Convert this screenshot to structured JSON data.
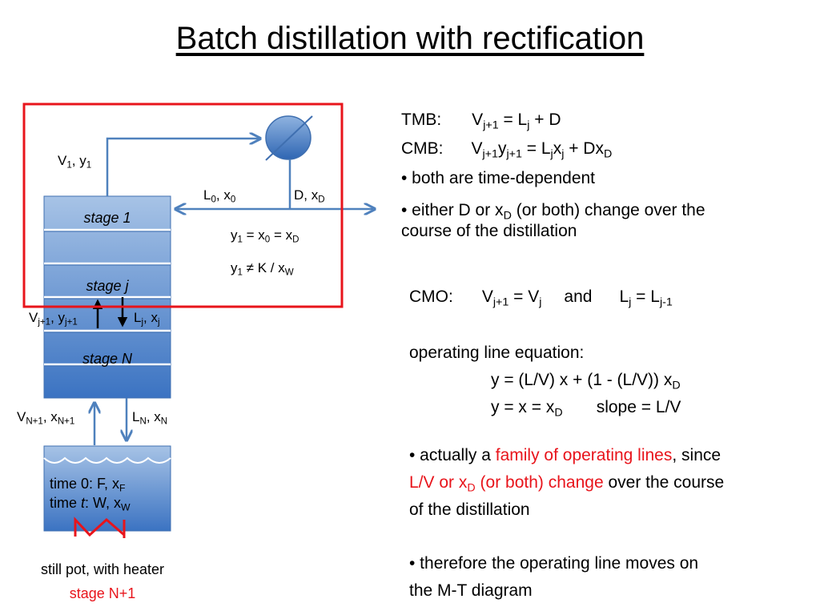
{
  "title": "Batch distillation with rectification",
  "diagram": {
    "stages": [
      "stage 1",
      "stage j",
      "stage N"
    ],
    "top_stream": {
      "main": "V",
      "sub1": "1",
      "sep": ", y",
      "sub2": "1"
    },
    "reflux": {
      "main": "L",
      "sub1": "0",
      "sep": ", x",
      "sub2": "0"
    },
    "distillate": {
      "main": "D, x",
      "sub": "D"
    },
    "eq1": {
      "a": "y",
      "a_sub": "1",
      "b": " = x",
      "b_sub": "0",
      "c": " = x",
      "c_sub": "D"
    },
    "eq2": {
      "a": "y",
      "a_sub": "1",
      "b": " ≠  K / x",
      "b_sub": "W"
    },
    "vj": {
      "main": "V",
      "sub1": "j+1",
      "sep": ", y",
      "sub2": "j+1"
    },
    "lj": {
      "main": "L",
      "sub1": "j",
      "sep": ", x",
      "sub2": "j"
    },
    "vn": {
      "main": "V",
      "sub1": "N+1",
      "sep": ", x",
      "sub2": "N+1"
    },
    "ln": {
      "main": "L",
      "sub1": "N",
      "sep": ", x",
      "sub2": "N"
    },
    "pot_line1": {
      "a": "time 0: F, x",
      "a_sub": "F"
    },
    "pot_line2": {
      "a": "time ",
      "t": "t",
      "b": ": W, x",
      "b_sub": "W"
    },
    "caption1": "still pot, with heater",
    "caption2": "stage N+1",
    "colors": {
      "stage_fill": "#4f81bd",
      "arrow": "#4f81bd",
      "highlight_box": "#e8141b",
      "emphasis": "#e8141b"
    }
  },
  "right": {
    "tmb": {
      "label": "TMB:",
      "v": "V",
      "v_sub": "j+1",
      "eq": " = L",
      "l_sub": "j",
      "rest": " + D"
    },
    "cmb": {
      "label": "CMB:",
      "v": "V",
      "v_sub": "j+1",
      "y": "y",
      "y_sub": "j+1",
      "eq": " = L",
      "l_sub": "j",
      "x": "x",
      "x_sub": "j",
      "rest": " + Dx",
      "d_sub": "D"
    },
    "bullet1": "• both are time-dependent",
    "bullet2": {
      "a": "• either D or x",
      "a_sub": "D",
      "b": " (or both) change over the",
      "c": "course of the distillation"
    },
    "cmo": {
      "label": "CMO:",
      "v": "V",
      "v_sub": "j+1",
      "eq": " = V",
      "v2_sub": "j",
      "and": "and",
      "l": "L",
      "l_sub": "j",
      "eq2": " = L",
      "l2_sub": "j-1"
    },
    "ol_title": "operating line equation:",
    "ol_eq1": {
      "a": "y = (L/V) x + (1 - (L/V)) x",
      "a_sub": "D"
    },
    "ol_eq2": {
      "a": "y = x = x",
      "a_sub": "D",
      "b": "slope = L/V"
    },
    "p3": {
      "a": "• actually a ",
      "red1": "family of operating lines",
      "b": ", since",
      "red2": "L/V or x",
      "red2_sub": "D",
      "red3": " (or both) change",
      "c": " over the course",
      "d": "of the distillation"
    },
    "p4": {
      "a": "• therefore the operating line moves on",
      "b": "the M-T diagram"
    }
  }
}
